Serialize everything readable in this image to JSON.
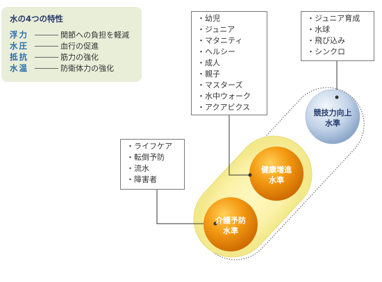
{
  "properties": {
    "title": "水の4つの特性",
    "items": [
      {
        "key": "浮力",
        "desc": "関節への負担を軽減"
      },
      {
        "key": "水圧",
        "desc": "血行の促進"
      },
      {
        "key": "抵抗",
        "desc": "筋力の強化"
      },
      {
        "key": "水温",
        "desc": "防衛体力の強化"
      }
    ]
  },
  "levels": {
    "competitive": {
      "line1": "競技力向上",
      "line2": "水準"
    },
    "health": {
      "line1": "健康増進",
      "line2": "水準"
    },
    "care": {
      "line1": "介護予防",
      "line2": "水準"
    }
  },
  "lists": {
    "competitive": [
      "ジュニア育成",
      "水球",
      "飛び込み",
      "シンクロ"
    ],
    "health": [
      "幼児",
      "ジュニア",
      "マタニティ",
      "ヘルシー",
      "成人",
      "親子",
      "マスターズ",
      "水中ウォーク",
      "アクアビクス"
    ],
    "care": [
      "ライフケア",
      "転倒予防",
      "流水",
      "障害者"
    ]
  },
  "colors": {
    "panel": "#e9eed9",
    "key_text": "#2b6eae",
    "orange_sphere": "#f08a00",
    "blue_sphere": "#b8cae0",
    "yellow_capsule": "#f6ee9c"
  }
}
